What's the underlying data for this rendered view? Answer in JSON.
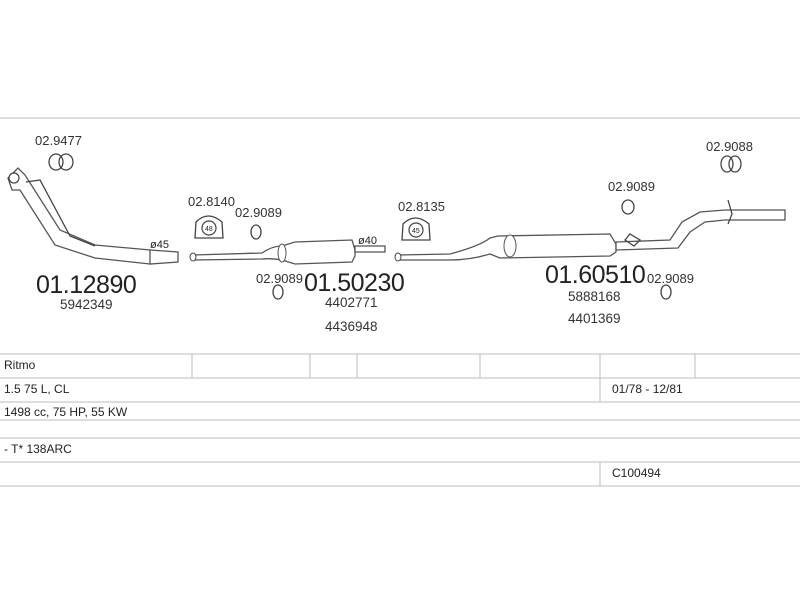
{
  "parts": {
    "clamp_front": "02.9477",
    "front_pipe": "01.12890",
    "front_pipe_oem": "5942349",
    "diam_front": "ø45",
    "mount_a": "02.8140",
    "ring_a": "02.9089",
    "ring_b": "02.9089",
    "mid_silencer": "01.50230",
    "mid_oem_1": "4402771",
    "mid_oem_2": "4436948",
    "diam_mid": "ø40",
    "mount_b": "02.8135",
    "ring_c": "02.9089",
    "ring_d": "02.9089",
    "clamp_rear": "02.9088",
    "rear_silencer": "01.60510",
    "rear_oem_1": "5888168",
    "rear_oem_2": "4401369",
    "dia_48": "48",
    "dia_45": "45"
  },
  "table": {
    "model": "Ritmo",
    "engine": "1.5  75 L, CL",
    "date": "01/78 - 12/81",
    "specs": "1498 cc, 75 HP, 55 KW",
    "type": "- T* 138ARC",
    "code": "C100494"
  }
}
